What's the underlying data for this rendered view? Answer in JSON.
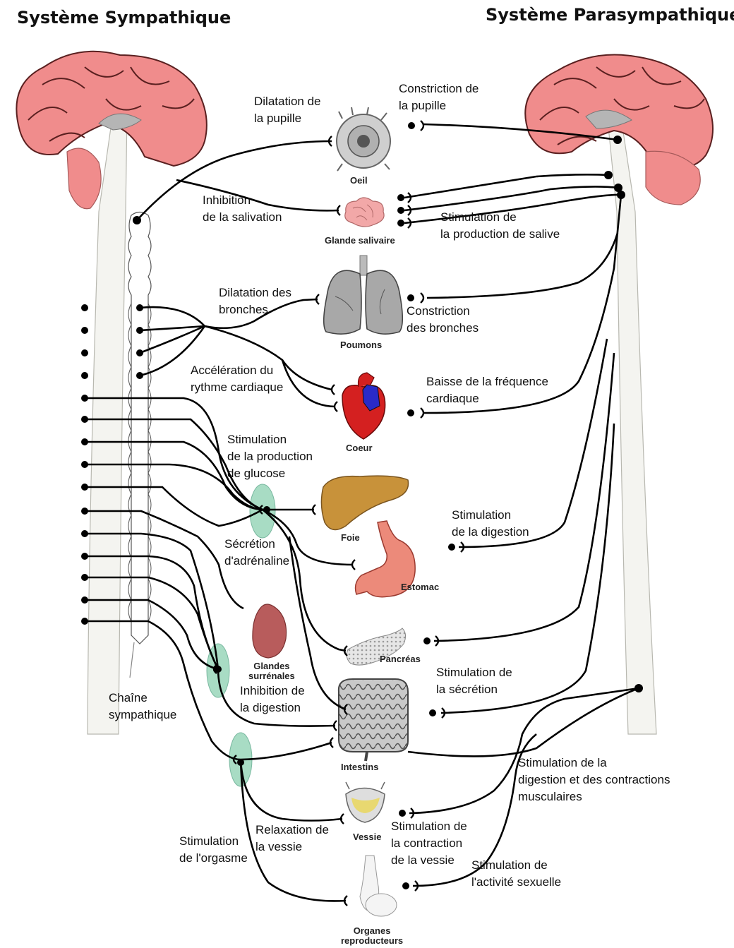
{
  "titles": {
    "sympathetic": "Système Sympathique",
    "parasympathetic": "Système Parasympathique"
  },
  "organs": {
    "eye": "Oeil",
    "salivary": "Glande salivaire",
    "lungs": "Poumons",
    "heart": "Coeur",
    "liver": "Foie",
    "stomach": "Estomac",
    "pancreas": "Pancréas",
    "adrenal": "Glandes\nsurrénales",
    "intestines": "Intestins",
    "bladder": "Vessie",
    "reproductive": "Organes\nreproducteurs"
  },
  "sympathetic_effects": {
    "pupil": "Dilatation de\nla pupille",
    "salivation": "Inhibition\nde la salivation",
    "bronchi": "Dilatation des\nbronches",
    "heart": "Accélération du\nrythme cardiaque",
    "glucose": "Stimulation\nde la production\nde glucose",
    "adrenaline": "Sécrétion\nd'adrénaline",
    "digestion": "Inhibition de\nla digestion",
    "bladder": "Relaxation de\nla vessie",
    "orgasm": "Stimulation\nde l'orgasme"
  },
  "parasympathetic_effects": {
    "pupil": "Constriction de\nla pupille",
    "saliva": "Stimulation de\nla production de salive",
    "bronchi": "Constriction\ndes bronches",
    "heart": "Baisse de la fréquence\ncardiaque",
    "digestion": "Stimulation\nde la digestion",
    "secretion": "Stimulation de\nla sécrétion",
    "contractions": "Stimulation de la\ndigestion et des contractions\nmusculaires",
    "bladder": "Stimulation de\nla contraction\nde la vessie",
    "sexual": "Stimulation de\nl'activité sexuelle"
  },
  "chain_label": "Chaîne\nsympathique",
  "colors": {
    "brain": "#f08c8c",
    "brain_stroke": "#5a2020",
    "spinal_cord": "#f4f4f0",
    "ganglion": "#a8dcc4",
    "nerve": "#000000"
  }
}
